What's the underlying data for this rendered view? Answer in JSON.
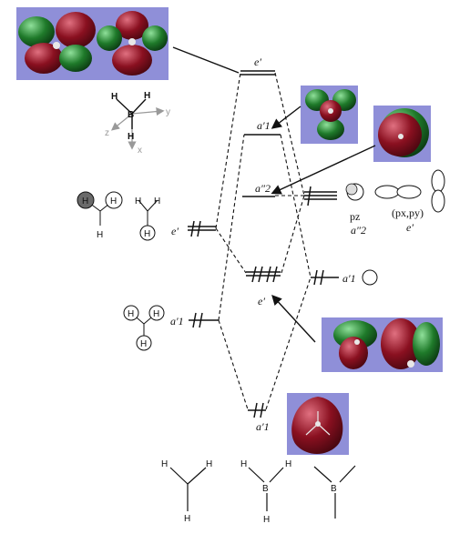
{
  "colors": {
    "orbital_bg": "#8f8fd8",
    "lobe_red": "#8a1020",
    "lobe_green": "#1f7a2a",
    "line": "#111111"
  },
  "levels": {
    "e_prime_top": "e′",
    "a1_prime_upper": "a′1",
    "a2_double_prime": "a″2",
    "e_prime_bonding": "e′",
    "a1_prime_bottom": "a′1"
  },
  "left_fragment": {
    "e_prime": "e′",
    "a1_prime": "a′1",
    "atom_h": "H"
  },
  "right_fragment": {
    "pz": "pz",
    "a2_double_prime": "a″2",
    "pxpy": "(px,py)",
    "e_prime": "e′",
    "a1_prime": "a′1"
  },
  "axes": {
    "y": "y",
    "z": "z",
    "x": "x",
    "b": "B",
    "h": "H"
  },
  "structures": {
    "h": "H",
    "b": "B"
  }
}
